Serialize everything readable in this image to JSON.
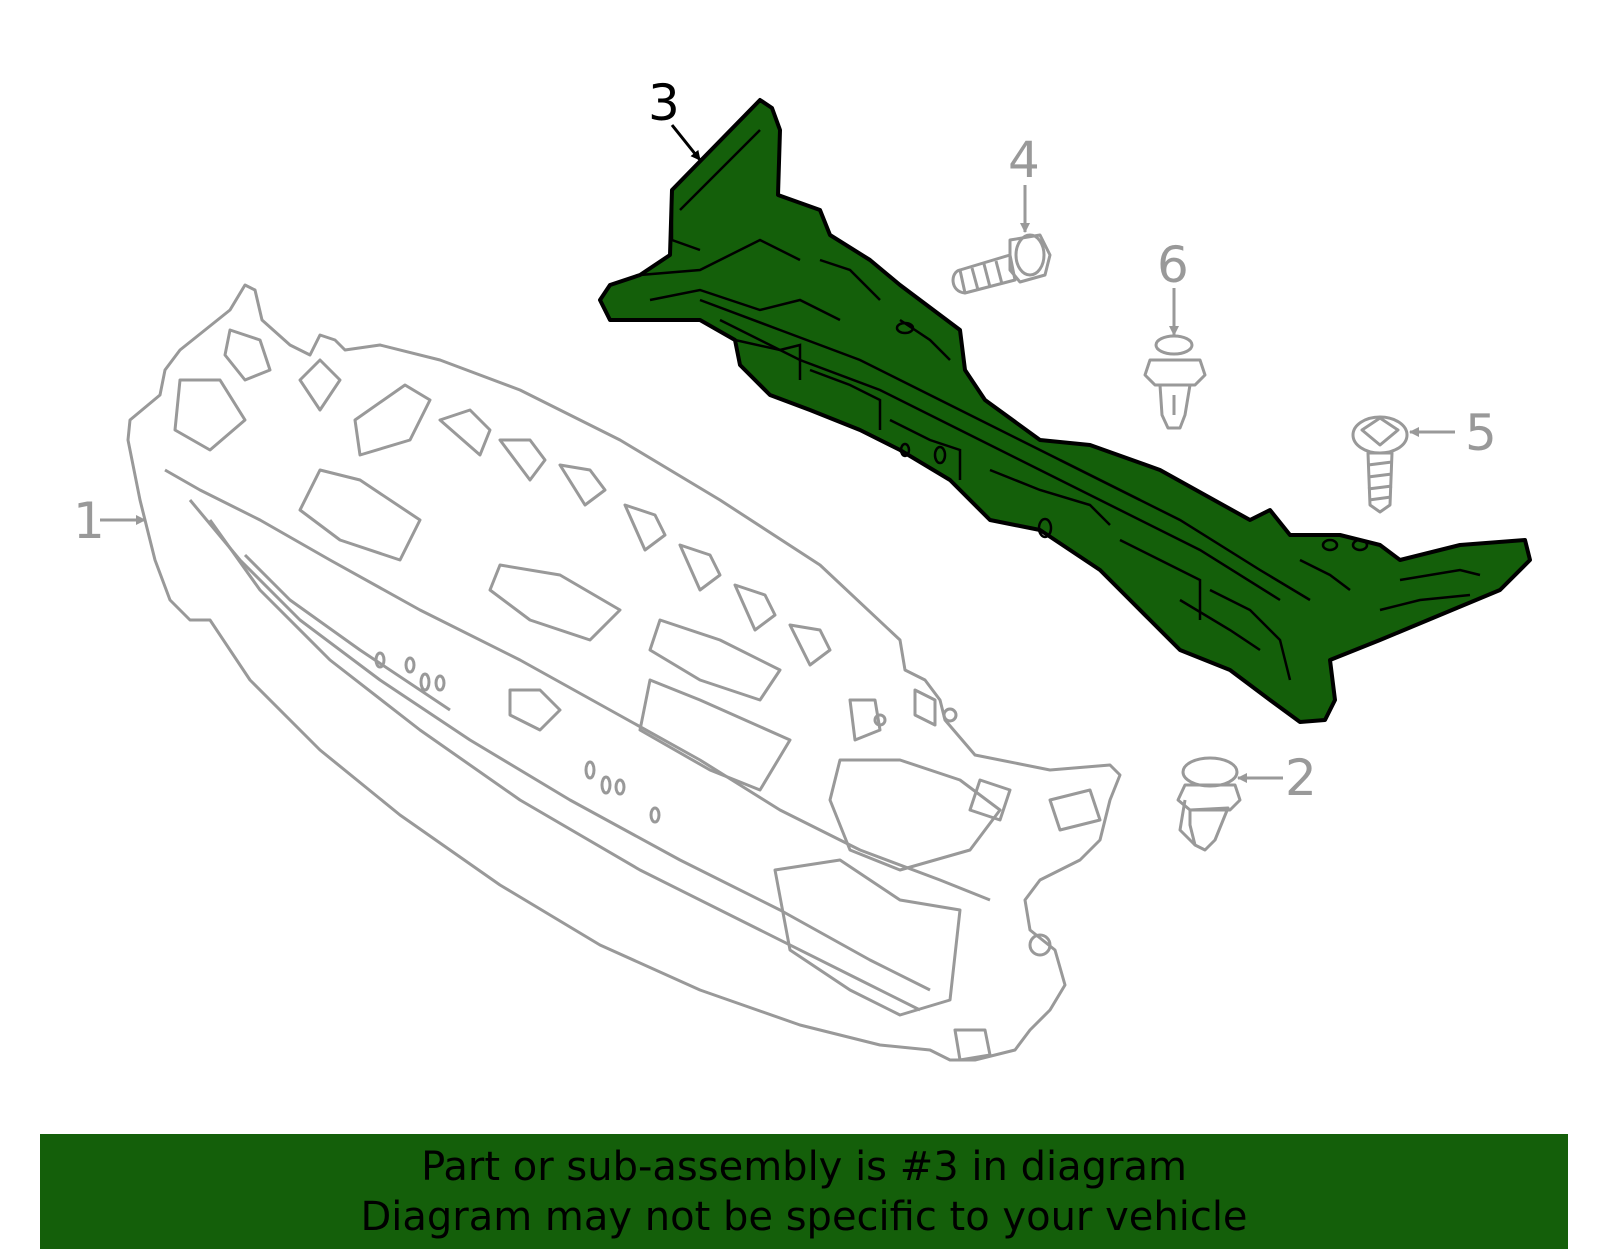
{
  "colors": {
    "highlight_part": "#145f0a",
    "outline_gray": "#999999",
    "outline_dark": "#000000",
    "banner_bg": "#145f0a"
  },
  "callouts": [
    {
      "id": "1",
      "label": "1"
    },
    {
      "id": "2",
      "label": "2"
    },
    {
      "id": "3",
      "label": "3",
      "highlighted": true
    },
    {
      "id": "4",
      "label": "4"
    },
    {
      "id": "5",
      "label": "5"
    },
    {
      "id": "6",
      "label": "6"
    }
  ],
  "banner": {
    "line1": "Part or sub-assembly is #3 in diagram",
    "line2": "Diagram may not be specific to your vehicle"
  }
}
